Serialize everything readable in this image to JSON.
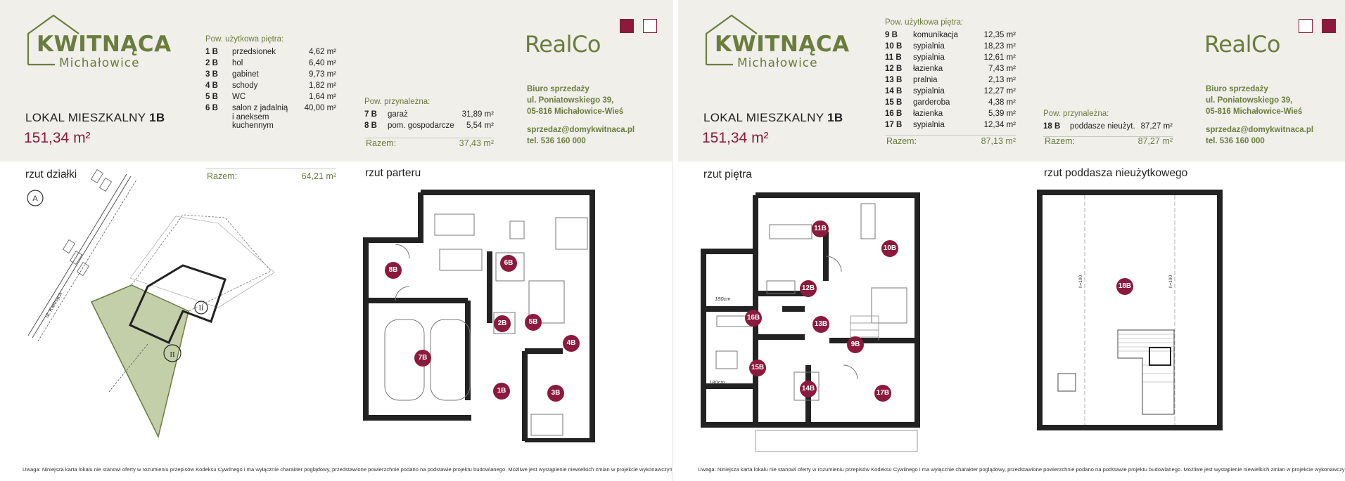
{
  "brand": {
    "logo_main": "KWITNĄCA",
    "logo_sub": "Michałowice",
    "developer": "RealCo"
  },
  "colors": {
    "accent": "#8b1a3d",
    "brand_green": "#6a7d3d",
    "header_bg": "#f0efea",
    "plot_green": "#c3cfa8"
  },
  "contact": {
    "line1": "Biuro sprzedaży",
    "line2": "ul. Poniatowskiego 39,",
    "line3": "05-816 Michałowice-Wieś",
    "email": "sprzedaz@domykwitnaca.pl",
    "phone": "tel. 536 160 000"
  },
  "unit": {
    "label_prefix": "LOKAL MIESZKALNY",
    "label_id": "1B",
    "area": "151,34 m²"
  },
  "note": "Uwaga: Niniejsza karta lokalu nie stanowi oferty w rozumieniu przepisów Kodeksu Cywilnego i ma wyłącznie charakter poglądowy, przedstawione powierzchnie podano na podstawie projektu budowlanego. Możliwe jest wystąpienie niewielkich zmian w projekcie wykonawczym.",
  "page1": {
    "usable": {
      "header": "Pow. użytkowa piętra:",
      "rows": [
        {
          "no": "1 B",
          "name": "przedsionek",
          "area": "4,62 m²"
        },
        {
          "no": "2 B",
          "name": "hol",
          "area": "6,40 m²"
        },
        {
          "no": "3 B",
          "name": "gabinet",
          "area": "9,73 m²"
        },
        {
          "no": "4 B",
          "name": "schody",
          "area": "1,82 m²"
        },
        {
          "no": "5 B",
          "name": "WC",
          "area": "1,64 m²"
        },
        {
          "no": "6 B",
          "name": "salon z jadalnią",
          "name2": "i aneksem",
          "name3": "kuchennym",
          "area": "40,00 m²"
        }
      ],
      "total_label": "Razem:",
      "total": "64,21 m²"
    },
    "auxiliary": {
      "header": "Pow. przynależna:",
      "rows": [
        {
          "no": "7 B",
          "name": "garaż",
          "area": "31,89 m²"
        },
        {
          "no": "8 B",
          "name": "pom. gospodarcze",
          "area": "5,54 m²"
        }
      ],
      "total_label": "Razem:",
      "total": "37,43 m²"
    },
    "plot_title": "rzut działki",
    "ground_title": "rzut parteru",
    "street": "ul. Kwitnąca",
    "compass": "A",
    "plot_units": [
      "II",
      "II"
    ],
    "badges": [
      "8B",
      "6B",
      "5B",
      "2B",
      "4B",
      "7B",
      "1B",
      "3B"
    ]
  },
  "page2": {
    "usable": {
      "header": "Pow. użytkowa piętra:",
      "rows": [
        {
          "no": "9 B",
          "name": "komunikacja",
          "area": "12,35 m²"
        },
        {
          "no": "10 B",
          "name": "sypialnia",
          "area": "18,23 m²"
        },
        {
          "no": "11 B",
          "name": "sypialnia",
          "area": "12,61 m²"
        },
        {
          "no": "12 B",
          "name": "łazienka",
          "area": "7,43 m²"
        },
        {
          "no": "13 B",
          "name": "pralnia",
          "area": "2,13 m²"
        },
        {
          "no": "14 B",
          "name": "sypialnia",
          "area": "12,27 m²"
        },
        {
          "no": "15 B",
          "name": "garderoba",
          "area": "4,38 m²"
        },
        {
          "no": "16 B",
          "name": "łazienka",
          "area": "5,39 m²"
        },
        {
          "no": "17 B",
          "name": "sypialnia",
          "area": "12,34 m²"
        }
      ],
      "total_label": "Razem:",
      "total": "87,13 m²"
    },
    "auxiliary": {
      "header": "Pow. przynależna:",
      "rows": [
        {
          "no": "18 B",
          "name": "poddasze nieużyt.",
          "area": "87,27 m²"
        }
      ],
      "total_label": "Razem:",
      "total": "87,27 m²"
    },
    "floor_title": "rzut piętra",
    "attic_title": "rzut poddasza nieużytkowego",
    "dim_180_a": "180cm",
    "dim_180_b": "180cm",
    "h190": "h=190",
    "badges": [
      "11B",
      "10B",
      "12B",
      "13B",
      "16B",
      "9B",
      "15B",
      "14B",
      "17B",
      "18B"
    ]
  }
}
